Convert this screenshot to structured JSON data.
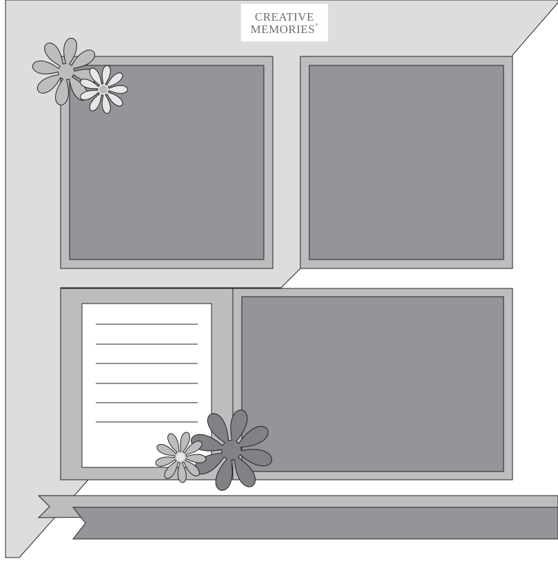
{
  "brand": {
    "line1": "CREATIVE",
    "line2": "MEMORIES",
    "registered": "®"
  },
  "colors": {
    "page_white": "#ffffff",
    "background_gray": "#dcdddf",
    "mat_gray": "#bcbdbf",
    "photo_gray": "#939598",
    "ribbon_gray": "#939598",
    "light_flower": "#bcbdbf",
    "light_flower_center": "#e6e7e8",
    "dark_flower": "#808285",
    "outline": "#231f20",
    "journal_card": "#ffffff"
  },
  "layout_items": [
    {
      "name": "photo-mat-top-left",
      "type": "matted-photo"
    },
    {
      "name": "photo-mat-top-right",
      "type": "matted-photo"
    },
    {
      "name": "journal-mat-bottom-left",
      "type": "journaling-card",
      "lines": 6
    },
    {
      "name": "photo-mat-bottom-right",
      "type": "matted-photo"
    },
    {
      "name": "ribbon-banner",
      "type": "double-banner"
    },
    {
      "name": "flower-embellishments",
      "count": 4
    }
  ]
}
